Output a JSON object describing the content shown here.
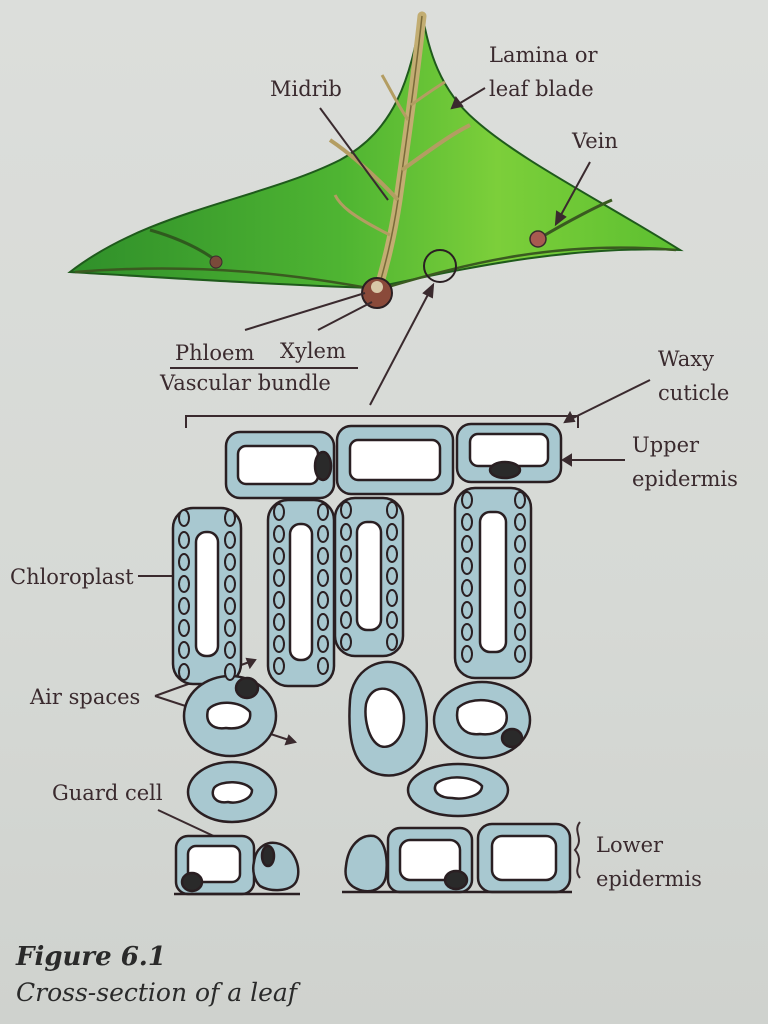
{
  "labels": {
    "midrib": "Midrib",
    "lamina_line1": "Lamina or",
    "lamina_line2": "leaf blade",
    "vein": "Vein",
    "phloem": "Phloem",
    "xylem": "Xylem",
    "vascular_bundle": "Vascular bundle",
    "waxy_line1": "Waxy",
    "waxy_line2": "cuticle",
    "upper_line1": "Upper",
    "upper_line2": "epidermis",
    "chloroplast": "Chloroplast",
    "air_spaces": "Air spaces",
    "guard_cell": "Guard cell",
    "lower_line1": "Lower",
    "lower_line2": "epidermis"
  },
  "caption": {
    "figure": "Figure 6.1",
    "text": "Cross-section of a leaf"
  },
  "colors": {
    "leaf_dark": "#2f9a2c",
    "leaf_light": "#7ccf3a",
    "midrib": "#b9a46a",
    "cell_fill": "#a8c8d0",
    "cell_stroke": "#2a1f22",
    "ink": "#3a2a2e"
  }
}
